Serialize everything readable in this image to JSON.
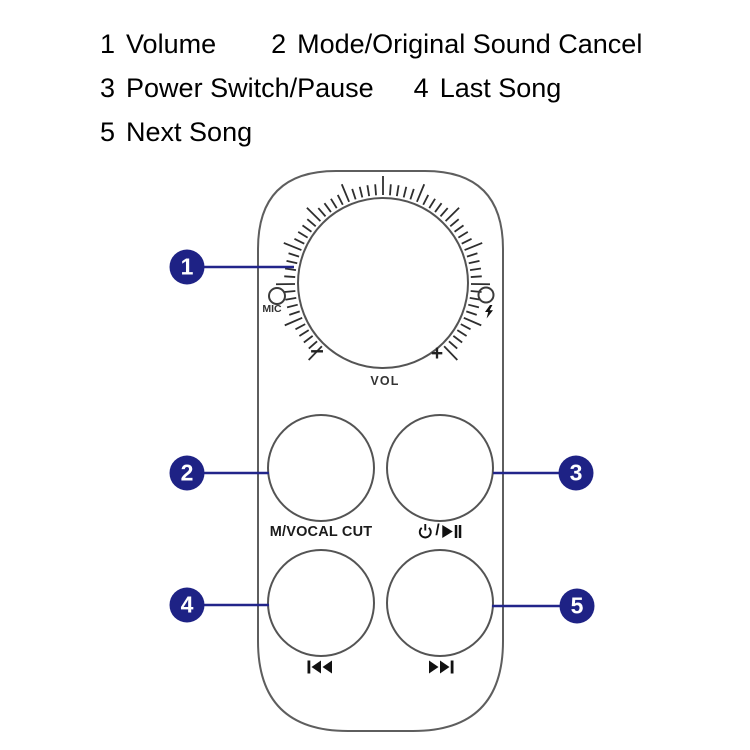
{
  "legend": {
    "items": [
      {
        "num": "1",
        "label": "Volume"
      },
      {
        "num": "2",
        "label": "Mode/Original Sound Cancel"
      },
      {
        "num": "3",
        "label": "Power Switch/Pause"
      },
      {
        "num": "4",
        "label": "Last Song"
      },
      {
        "num": "5",
        "label": "Next Song"
      }
    ]
  },
  "device": {
    "type": "remote-control-diagram",
    "dial": {
      "vol": "VOL",
      "minus": "–",
      "plus": "+",
      "mic": "MIC",
      "mic_icon": "mic-hole",
      "charge_icon": "lightning-bolt"
    },
    "buttons": {
      "mode": {
        "label": "M/VOCAL CUT"
      },
      "power": {
        "separator": "/",
        "icons": [
          "power",
          "play-pause"
        ]
      },
      "prev": {
        "icon": "previous-track"
      },
      "next": {
        "icon": "next-track"
      }
    }
  },
  "colors": {
    "callout": "#22258a",
    "badge": "#1e2285",
    "outline": "#5e5e5e"
  }
}
